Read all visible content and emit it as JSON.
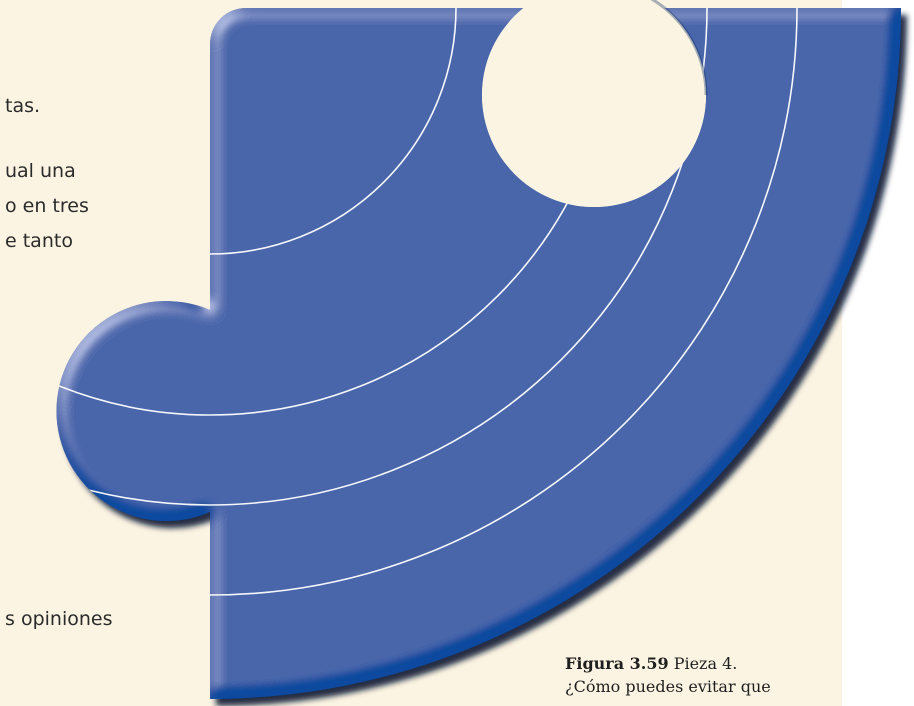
{
  "body_text": {
    "line1": "tas.",
    "line2": "ual una",
    "line3": "o en tres",
    "line4": "e tanto",
    "line5": "s opiniones"
  },
  "figure": {
    "label": "Figura 3.59",
    "title": "Pieza 4.",
    "question": "¿Cómo puedes evitar que"
  },
  "colors": {
    "page_background": "#fbf4e2",
    "piece_fill": "#0a4a9e",
    "piece_stroke_lines": "#ffffff"
  }
}
